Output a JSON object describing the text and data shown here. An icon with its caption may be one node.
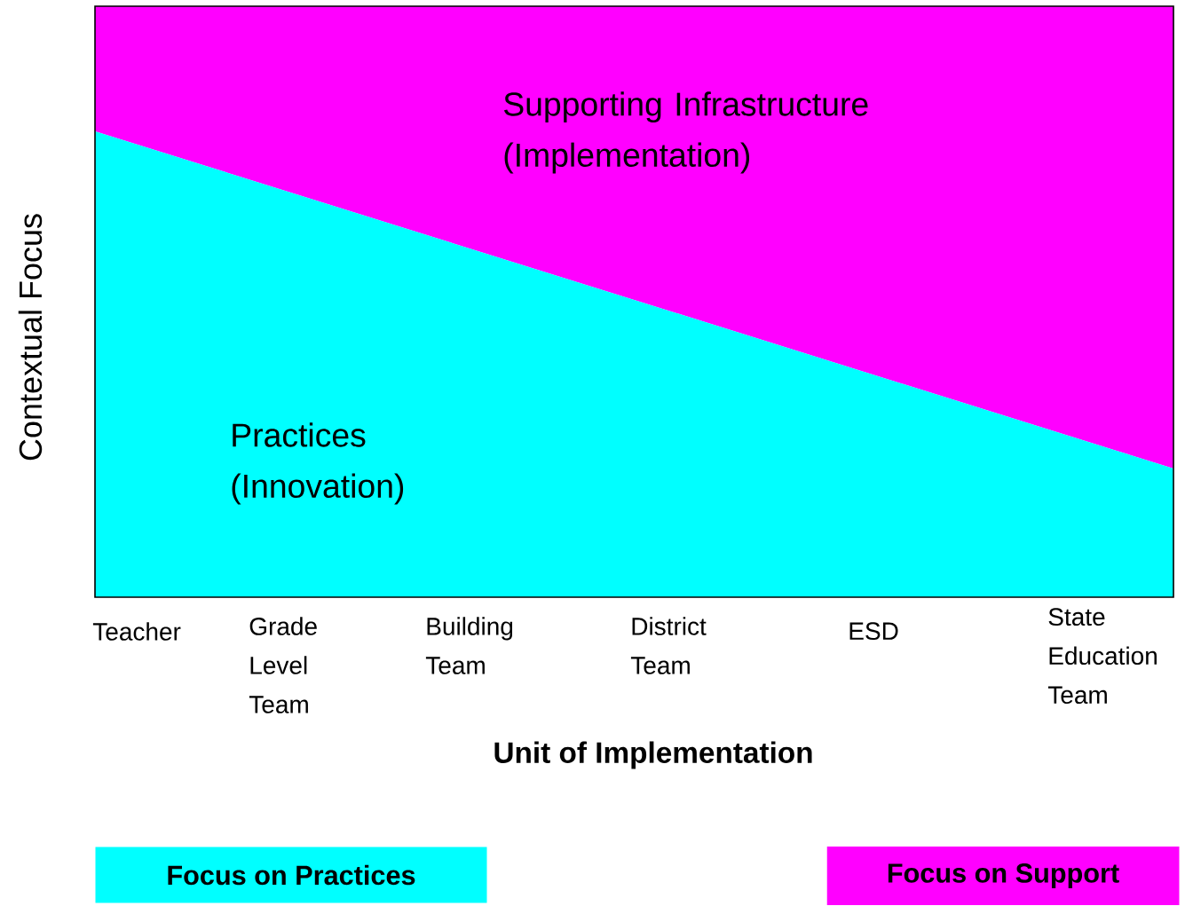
{
  "diagram": {
    "nodes": [
      {
        "text": [
          "Supporting Infrastructure (Implementation)"
        ]
      },
      {
        "text": [
          "Practices (Innovation)"
        ]
      },
      {
        "text": [
          "Focus on Practices"
        ]
      },
      {
        "text": [
          "Focus on Support"
        ]
      }
    ],
    "labels": [
      "Contextual Focus",
      "Teacher",
      "Grade Level Team",
      "Building Team",
      "District Team",
      "ESD",
      "State Education Team",
      "Unit of Implementation"
    ]
  }
}
